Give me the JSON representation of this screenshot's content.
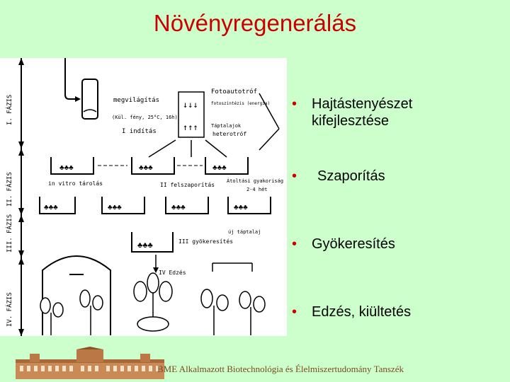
{
  "slide": {
    "title": "Növényregenerálás",
    "background_color": "#ccffcc",
    "title_color": "#cc0000"
  },
  "bullets": [
    {
      "marker": "•",
      "lines": [
        "Hajtástenyészet",
        "kifejlesztése"
      ]
    },
    {
      "marker": "•",
      "lines": [
        "Szaporítás"
      ]
    },
    {
      "marker": "•",
      "lines": [
        "Gyökeresítés"
      ]
    },
    {
      "marker": "•",
      "lines": [
        "Edzés, kiültetés"
      ]
    }
  ],
  "figure": {
    "phases": [
      "I. FÁZIS",
      "II. FÁZIS",
      "III. FÁZIS",
      "IV. FÁZIS"
    ],
    "annotations": {
      "i_inditas": "I indítás",
      "megvilagitas": "megvilágítás",
      "conditions": "(Kül. fény, 25°C, 16h)",
      "fotoautotrof": "Fotoautotróf",
      "fotoszintezis": "fotoszintézis (energia)",
      "taptalajok": "Táptalajok",
      "heterotrof": "heterotróf",
      "in_vitro_tarolas": "in vitro tárolás",
      "ii_felszaporitas": "II felszaporítás",
      "atoltasi": "Átoltási gyakoriság",
      "weeks": "2-4 hét",
      "iii_gyokeresites": "III gyökeresítés",
      "ujtaptalaj": "új táptalaj",
      "iv_edzes": "IV Edzés"
    }
  },
  "footer": {
    "text": "BME Alkalmazott Biotechnológia és Élelmiszertudomány Tanszék",
    "logo_name": "BME building logo"
  }
}
